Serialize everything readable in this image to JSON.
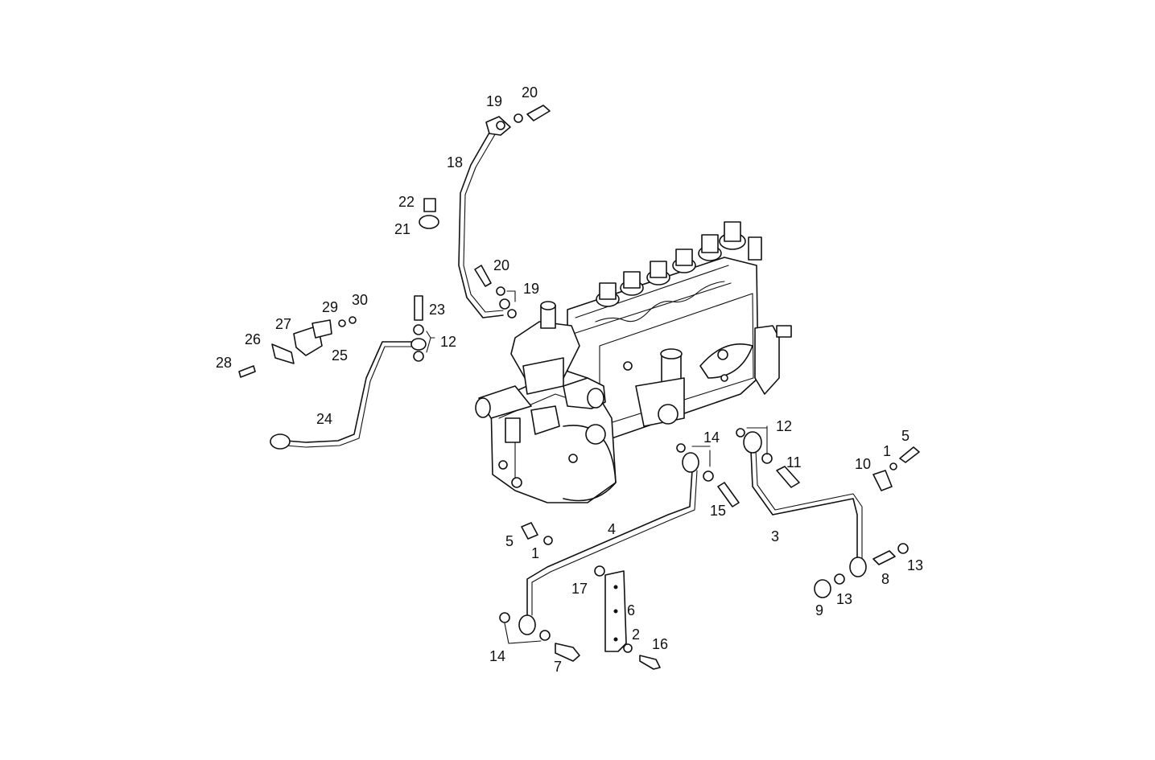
{
  "diagram": {
    "part_callouts": [
      {
        "id": "c19a",
        "text": "19"
      },
      {
        "id": "c20a",
        "text": "20"
      },
      {
        "id": "c18",
        "text": "18"
      },
      {
        "id": "c22",
        "text": "22"
      },
      {
        "id": "c21",
        "text": "21"
      },
      {
        "id": "c20b",
        "text": "20"
      },
      {
        "id": "c19b",
        "text": "19"
      },
      {
        "id": "c29",
        "text": "29"
      },
      {
        "id": "c30",
        "text": "30"
      },
      {
        "id": "c23",
        "text": "23"
      },
      {
        "id": "c27",
        "text": "27"
      },
      {
        "id": "c26",
        "text": "26"
      },
      {
        "id": "c12a",
        "text": "12"
      },
      {
        "id": "c25",
        "text": "25"
      },
      {
        "id": "c28",
        "text": "28"
      },
      {
        "id": "c24",
        "text": "24"
      },
      {
        "id": "c12b",
        "text": "12"
      },
      {
        "id": "c14a",
        "text": "14"
      },
      {
        "id": "c5a",
        "text": "5"
      },
      {
        "id": "c1a",
        "text": "1"
      },
      {
        "id": "c11",
        "text": "11"
      },
      {
        "id": "c10",
        "text": "10"
      },
      {
        "id": "c15",
        "text": "15"
      },
      {
        "id": "c4",
        "text": "4"
      },
      {
        "id": "c3",
        "text": "3"
      },
      {
        "id": "c5b",
        "text": "5"
      },
      {
        "id": "c1b",
        "text": "1"
      },
      {
        "id": "c13a",
        "text": "13"
      },
      {
        "id": "c8",
        "text": "8"
      },
      {
        "id": "c17",
        "text": "17"
      },
      {
        "id": "c6",
        "text": "6"
      },
      {
        "id": "c9",
        "text": "9"
      },
      {
        "id": "c13b",
        "text": "13"
      },
      {
        "id": "c2",
        "text": "2"
      },
      {
        "id": "c16",
        "text": "16"
      },
      {
        "id": "c14b",
        "text": "14"
      },
      {
        "id": "c7",
        "text": "7"
      }
    ]
  }
}
